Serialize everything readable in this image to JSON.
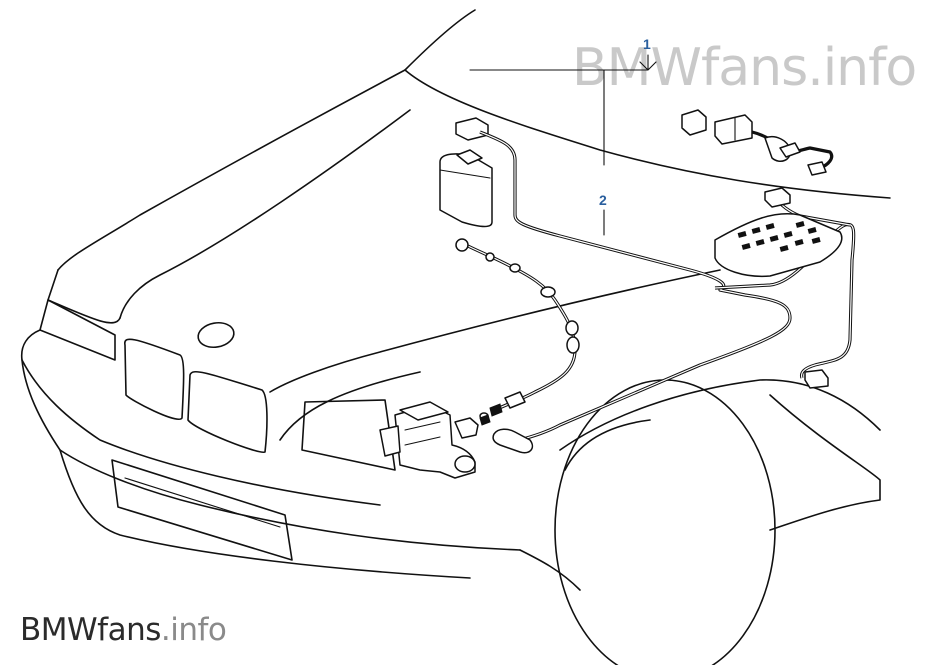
{
  "diagram": {
    "callouts": [
      {
        "id": "1",
        "label": "1"
      },
      {
        "id": "2",
        "label": "2"
      }
    ]
  },
  "watermark": {
    "brand": "BMWfans",
    "suffix": ".info"
  },
  "colors": {
    "line": "#111111",
    "callout": "#2a5f9e",
    "watermark_light": "#c9c9c9",
    "watermark_dark": "#2b2b2b"
  }
}
